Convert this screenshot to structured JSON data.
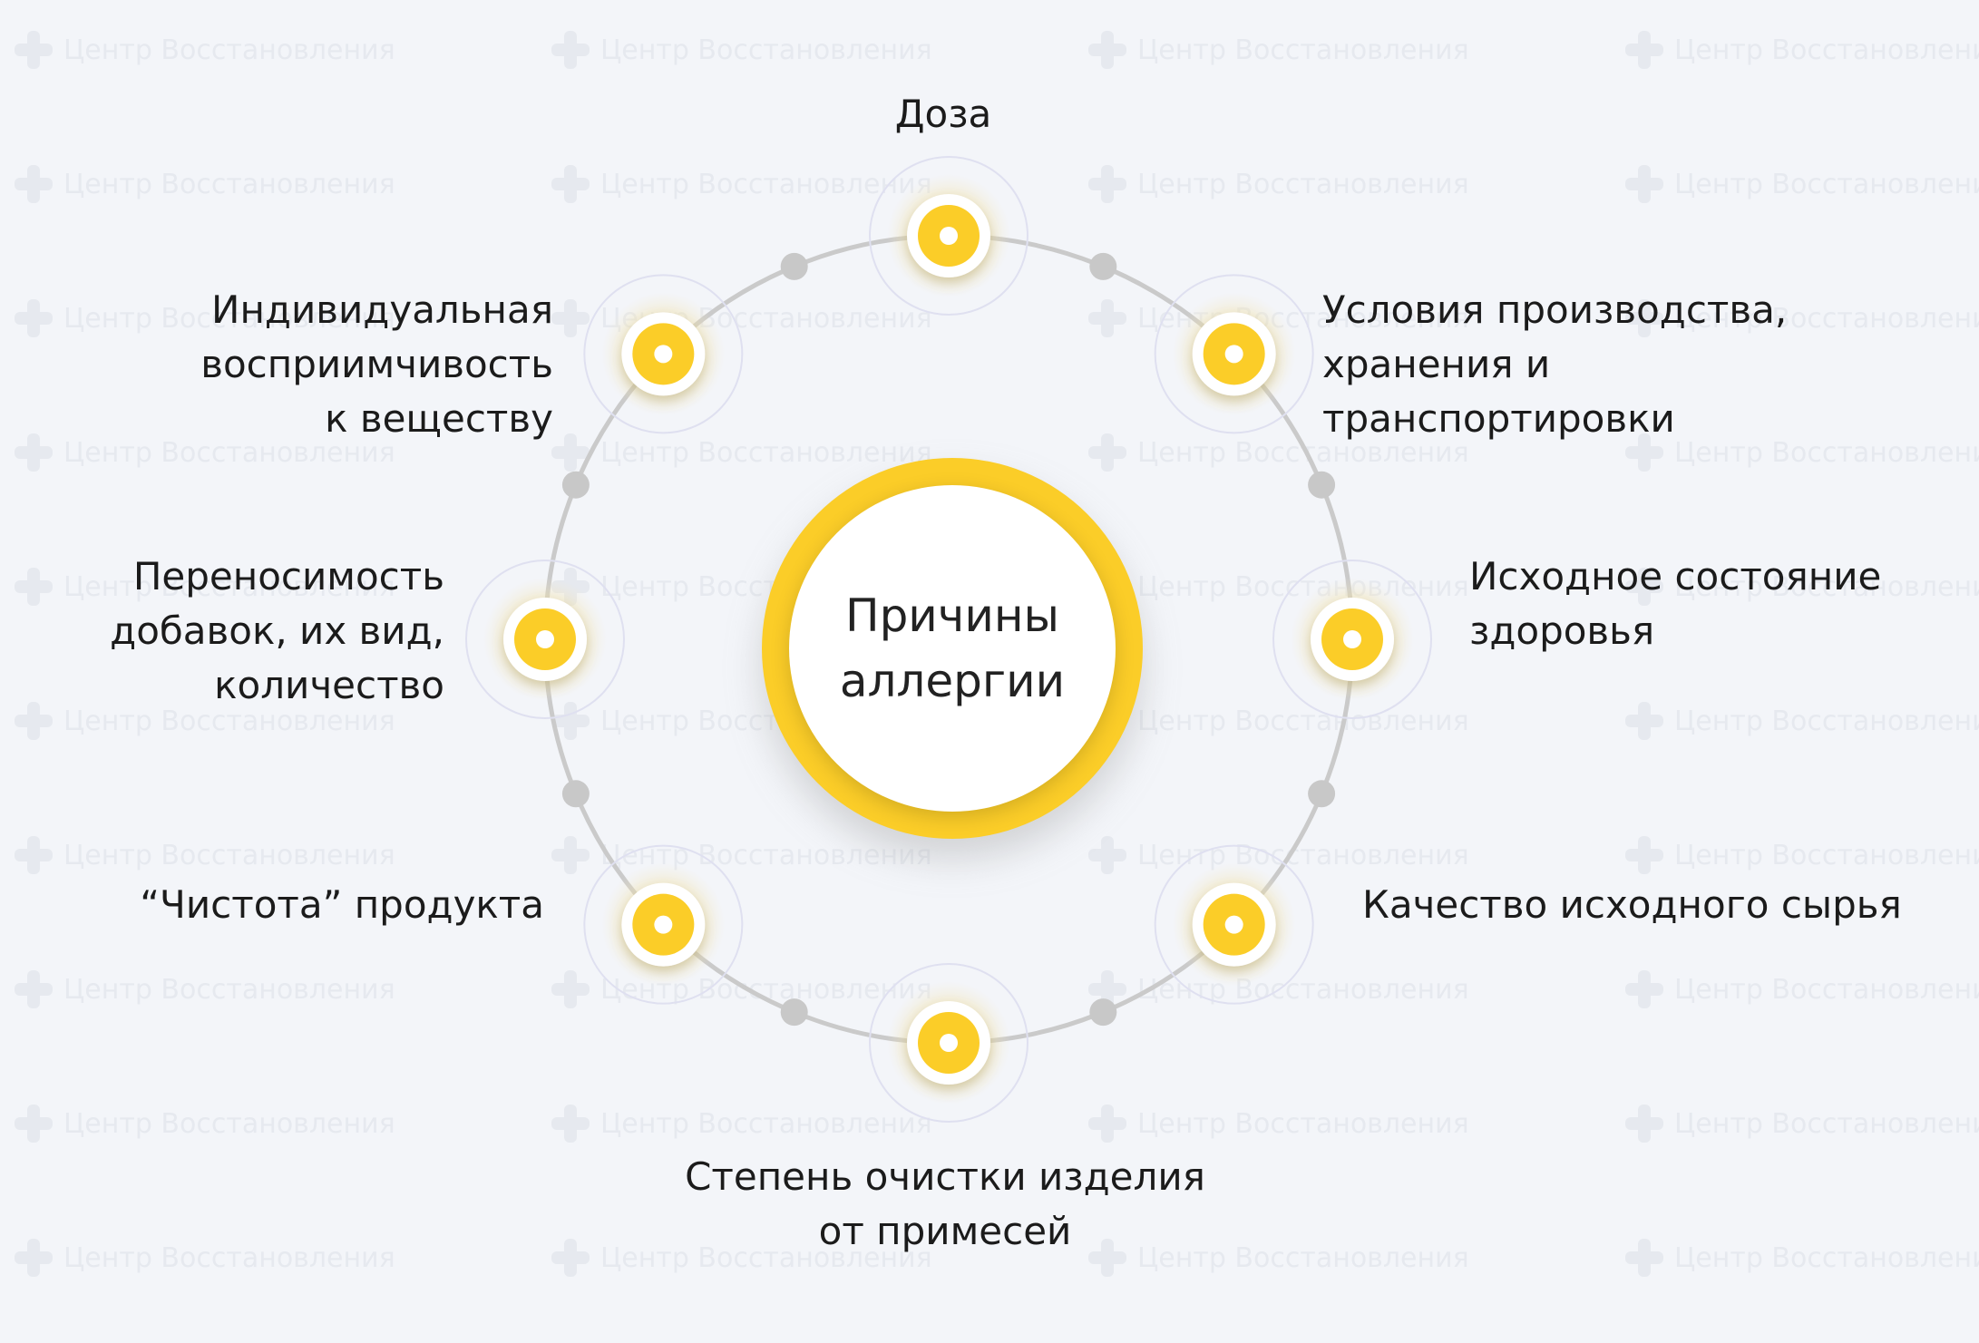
{
  "center": {
    "title": "Причины\nаллергии"
  },
  "factors": [
    {
      "label": "Доза"
    },
    {
      "label": "Условия производства,\nхранения и транспортировки"
    },
    {
      "label": "Исходное состояние\nздоровья"
    },
    {
      "label": "Качество исходного сырья"
    },
    {
      "label": "Степень очистки изделия\nот примесей"
    },
    {
      "label": "“Чистота” продукта"
    },
    {
      "label": "Переносимость\nдобавок, их вид,\nколичество"
    },
    {
      "label": "Индивидуальная\nвосприимчивость\nк веществу"
    }
  ],
  "watermark": {
    "text": "Центр Восстановления"
  },
  "colors": {
    "accent_yellow": "#fbcd28",
    "ring_gray": "#cacaca",
    "halo_ring": "#dfe0f0",
    "background": "#f3f5f9"
  }
}
